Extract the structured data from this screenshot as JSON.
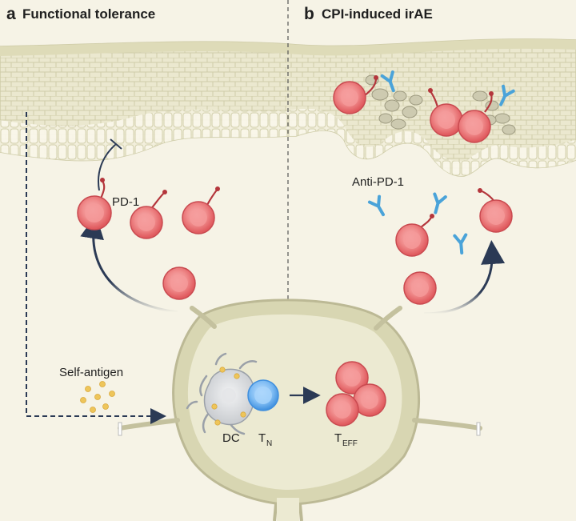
{
  "panels": {
    "a": {
      "letter": "a",
      "title": "Functional tolerance"
    },
    "b": {
      "letter": "b",
      "title": "CPI-induced irAE"
    }
  },
  "labels": {
    "pd1": "PD-1",
    "anti_pd1": "Anti-PD-1",
    "self_antigen": "Self-antigen",
    "dc": "DC",
    "tn_main": "T",
    "tn_sub": "N",
    "teff_main": "T",
    "teff_sub": "EFF"
  },
  "colors": {
    "background": "#f6f3e6",
    "tissue": "#e9e6cc",
    "lymph_node": "#d8d6b2",
    "t_cell": "#e96b6b",
    "t_cell_core": "#f3a3a3",
    "pd1_receptor": "#b4363c",
    "antibody": "#4aa3d9",
    "naive_t_cell": "#4f9ee8",
    "dendritic_cell": "#d7d9dc",
    "antigen": "#eec55a",
    "arrow": "#2b3a55"
  }
}
